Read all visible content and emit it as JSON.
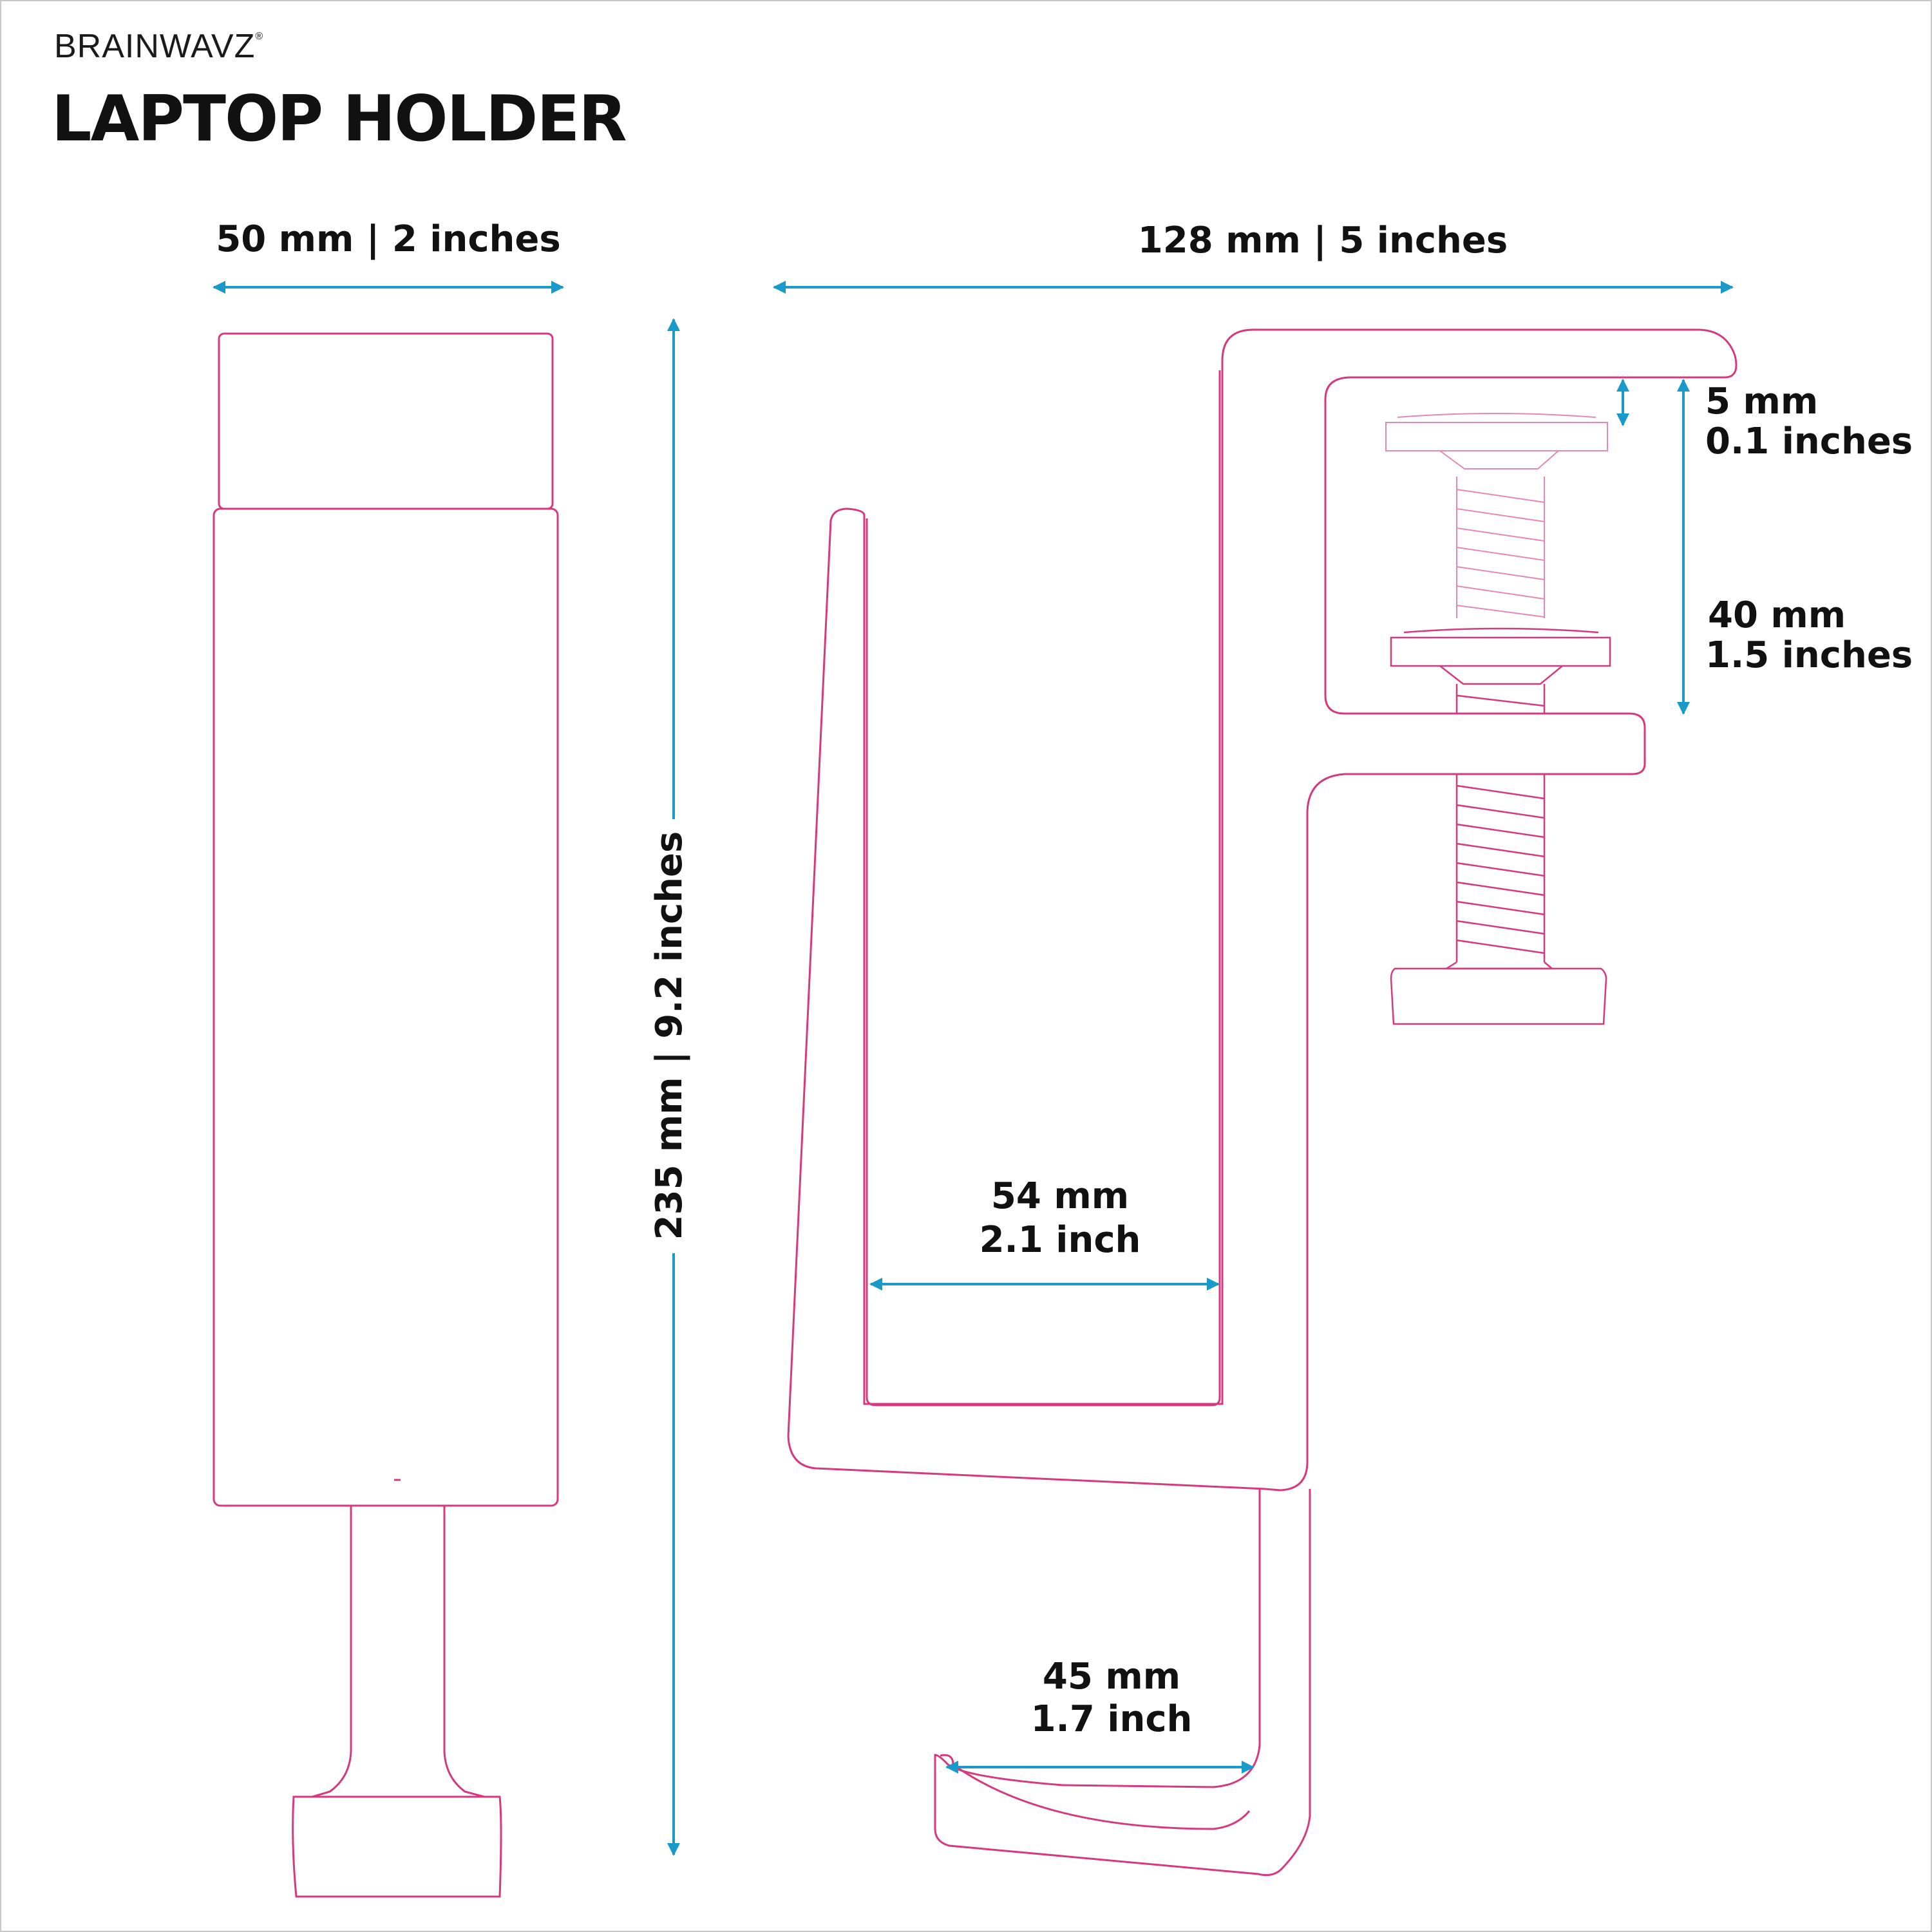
{
  "brand": {
    "name": "BRAINWAVZ",
    "mark": "®"
  },
  "title": "LAPTOP HOLDER",
  "colors": {
    "outline": "#d63a7e",
    "dimension": "#1a9ac9",
    "text": "#111111"
  },
  "dimensions": {
    "front_width": "50 mm | 2 inches",
    "total_width": "128 mm | 5 inches",
    "height": "235 mm  |  9.2 inches",
    "top_gap": {
      "mm": "5 mm",
      "inch": "0.1 inches"
    },
    "clamp_opening": {
      "mm": "40 mm",
      "inch": "1.5 inches"
    },
    "inner_width": {
      "mm": "54 mm",
      "inch": "2.1 inch"
    },
    "hook_width": {
      "mm": "45 mm",
      "inch": "1.7 inch"
    }
  }
}
